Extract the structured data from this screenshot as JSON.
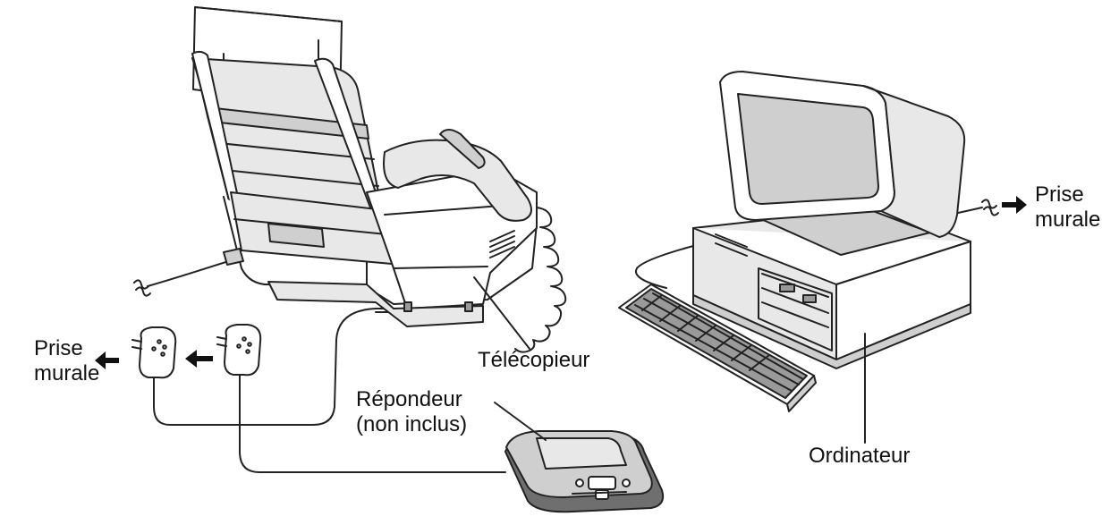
{
  "labels": {
    "wall_left_line1": "Prise",
    "wall_left_line2": "murale",
    "wall_right_line1": "Prise",
    "wall_right_line2": "murale",
    "fax": "Télécopieur",
    "answering_line1": "Répondeur",
    "answering_line2": "(non inclus)",
    "computer": "Ordinateur"
  }
}
